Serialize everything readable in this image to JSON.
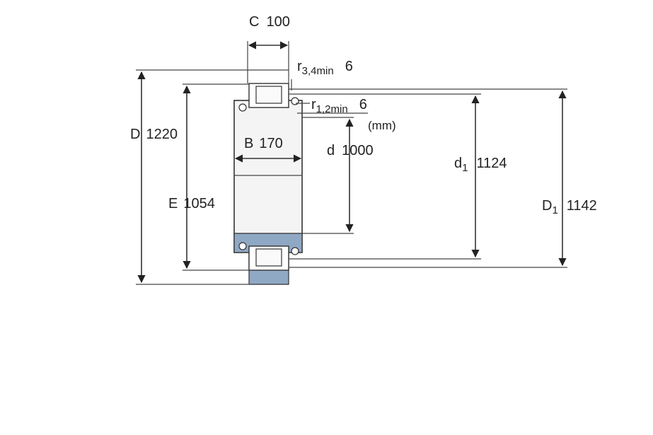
{
  "dimensions": {
    "C": {
      "label": "C",
      "value": "100"
    },
    "D": {
      "label": "D",
      "value": "1220"
    },
    "E": {
      "label": "E",
      "value": "1054"
    },
    "B": {
      "label": "B",
      "value": "170"
    },
    "d": {
      "label": "d",
      "value": "1000"
    },
    "d1": {
      "label": "d",
      "sub": "1",
      "value": "1124"
    },
    "D1": {
      "label": "D",
      "sub": "1",
      "value": "1142"
    },
    "r34": {
      "label": "r",
      "sub": "3,4min",
      "value": "6"
    },
    "r12": {
      "label": "r",
      "sub": "1,2min",
      "value": "6"
    }
  },
  "unit": "(mm)",
  "colors": {
    "ring_fill": "#8fa8c4",
    "body_fill": "#f2f2f2",
    "line": "#333333"
  }
}
